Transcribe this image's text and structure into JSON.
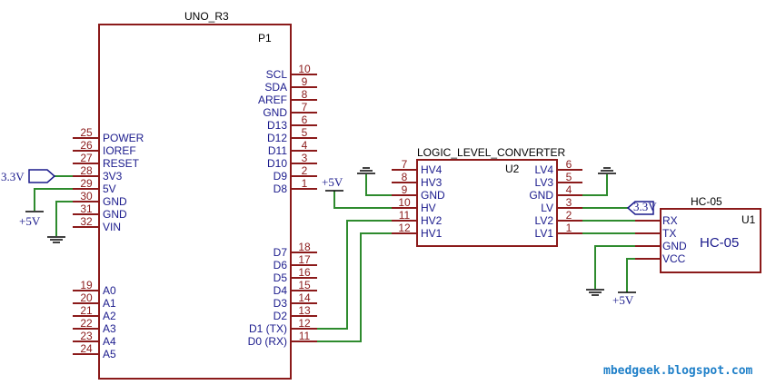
{
  "uno": {
    "title": "UNO_R3",
    "ref": "P1",
    "left_pins": [
      {
        "num": "25",
        "name": "POWER"
      },
      {
        "num": "26",
        "name": "IOREF"
      },
      {
        "num": "27",
        "name": "RESET"
      },
      {
        "num": "28",
        "name": "3V3"
      },
      {
        "num": "29",
        "name": "5V"
      },
      {
        "num": "30",
        "name": "GND"
      },
      {
        "num": "31",
        "name": "GND"
      },
      {
        "num": "32",
        "name": "VIN"
      }
    ],
    "analog_pins": [
      {
        "num": "19",
        "name": "A0"
      },
      {
        "num": "20",
        "name": "A1"
      },
      {
        "num": "21",
        "name": "A2"
      },
      {
        "num": "22",
        "name": "A3"
      },
      {
        "num": "23",
        "name": "A4"
      },
      {
        "num": "24",
        "name": "A5"
      }
    ],
    "right_top_pins": [
      {
        "num": "10",
        "name": "SCL"
      },
      {
        "num": "9",
        "name": "SDA"
      },
      {
        "num": "8",
        "name": "AREF"
      },
      {
        "num": "7",
        "name": "GND"
      },
      {
        "num": "6",
        "name": "D13"
      },
      {
        "num": "5",
        "name": "D12"
      },
      {
        "num": "4",
        "name": "D11"
      },
      {
        "num": "3",
        "name": "D10"
      },
      {
        "num": "2",
        "name": "D9"
      },
      {
        "num": "1",
        "name": "D8"
      }
    ],
    "right_bottom_pins": [
      {
        "num": "18",
        "name": "D7"
      },
      {
        "num": "17",
        "name": "D6"
      },
      {
        "num": "16",
        "name": "D5"
      },
      {
        "num": "15",
        "name": "D4"
      },
      {
        "num": "14",
        "name": "D3"
      },
      {
        "num": "13",
        "name": "D2"
      },
      {
        "num": "12",
        "name": "D1 (TX)"
      },
      {
        "num": "11",
        "name": "D0 (RX)"
      }
    ]
  },
  "llc": {
    "title": "LOGIC_LEVEL_CONVERTER",
    "ref": "U2",
    "left_pins": [
      {
        "num": "7",
        "name": "HV4"
      },
      {
        "num": "8",
        "name": "HV3"
      },
      {
        "num": "9",
        "name": "GND"
      },
      {
        "num": "10",
        "name": "HV"
      },
      {
        "num": "11",
        "name": "HV2"
      },
      {
        "num": "12",
        "name": "HV1"
      }
    ],
    "right_pins": [
      {
        "num": "6",
        "name": "LV4"
      },
      {
        "num": "5",
        "name": "LV3"
      },
      {
        "num": "4",
        "name": "GND"
      },
      {
        "num": "3",
        "name": "LV"
      },
      {
        "num": "2",
        "name": "LV2"
      },
      {
        "num": "1",
        "name": "LV1"
      }
    ]
  },
  "hc05": {
    "title": "HC-05",
    "ref": "U1",
    "inner_label": "HC-05",
    "pins": [
      {
        "name": "RX"
      },
      {
        "name": "TX"
      },
      {
        "name": "GND"
      },
      {
        "name": "VCC"
      }
    ]
  },
  "nets": {
    "v33_uno": "3.3V",
    "v5_uno": "+5V",
    "v5_llc": "+5V",
    "v33_llc": "3.3V",
    "v5_hc": "+5V"
  },
  "watermark": "mbedgeek.blogspot.com",
  "colors": {
    "outline": "#8b1a1a",
    "wire": "#2e8b2e",
    "pin_text": "#1a1a8c",
    "watermark": "#1e7fc8"
  }
}
